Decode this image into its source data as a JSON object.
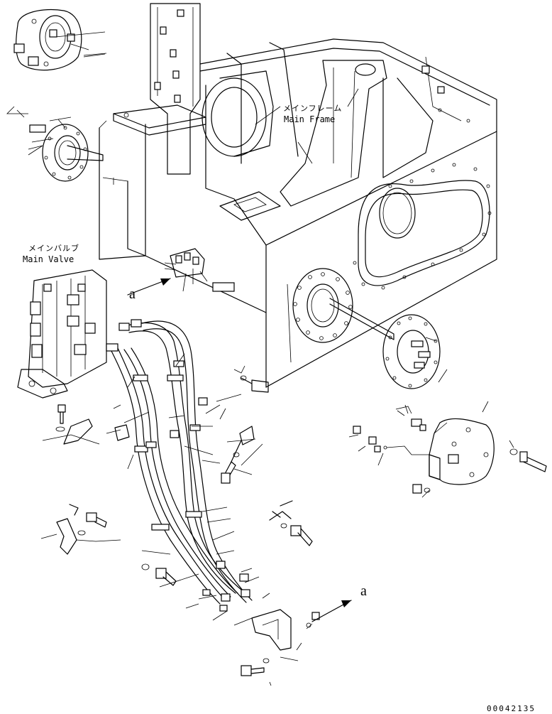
{
  "labels": {
    "main_frame_jp": "メインフレーム",
    "main_frame_en": "Main Frame",
    "main_valve_jp": "メインバルブ",
    "main_valve_en": "Main Valve",
    "view_marker_left": "a",
    "view_marker_right": "a",
    "document_number": "00042135"
  }
}
